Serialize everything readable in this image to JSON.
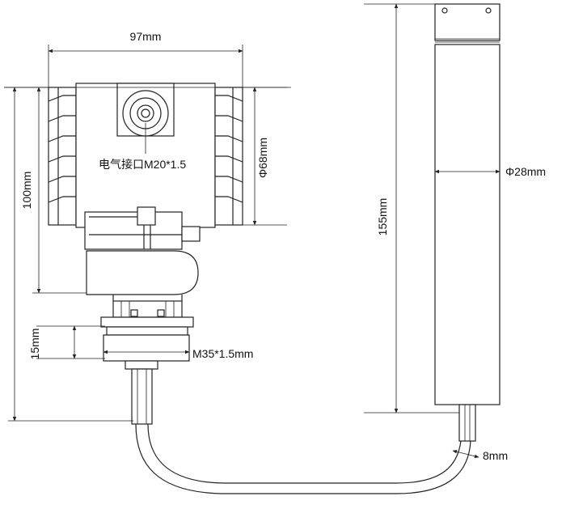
{
  "dimensions": {
    "width_97": "97mm",
    "height_100": "100mm",
    "diameter_68": "Φ68mm",
    "electrical_interface": "电气接口M20*1.5",
    "height_15": "15mm",
    "thread_m35": "M35*1.5mm",
    "length_155": "155mm",
    "diameter_28": "Φ28mm",
    "cable_8": "8mm"
  },
  "colors": {
    "line": "#222222",
    "background": "#ffffff"
  }
}
